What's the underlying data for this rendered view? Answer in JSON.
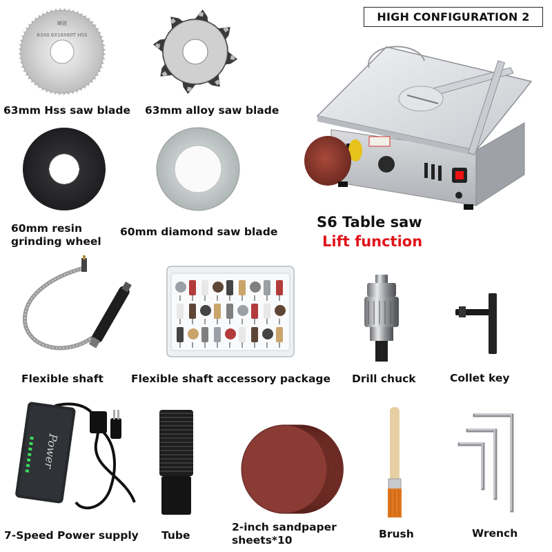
{
  "badge": "HIGH CONFIGURATION 2",
  "blades": {
    "hss": "63mm Hss saw blade",
    "hss_engraving": "63X0.6X16X60T HSS",
    "hss_brand": "峰锐",
    "alloy": "63mm alloy saw blade",
    "resin": "60mm resin\ngrinding wheel",
    "diamond": "60mm diamond saw blade"
  },
  "product": {
    "name": "S6 Table saw",
    "feature": "Lift function",
    "feature_color": "#e0141b"
  },
  "accessories": {
    "flexible_shaft": "Flexible shaft",
    "accessory_package": "Flexible shaft accessory package",
    "drill_chuck": "Drill chuck",
    "collet_key": "Collet key",
    "power_supply": "7-Speed Power supply",
    "power_label": "Power",
    "tube": "Tube",
    "sandpaper": "2-inch sandpaper\nsheets*10",
    "brush": "Brush",
    "wrench": "Wrench"
  }
}
